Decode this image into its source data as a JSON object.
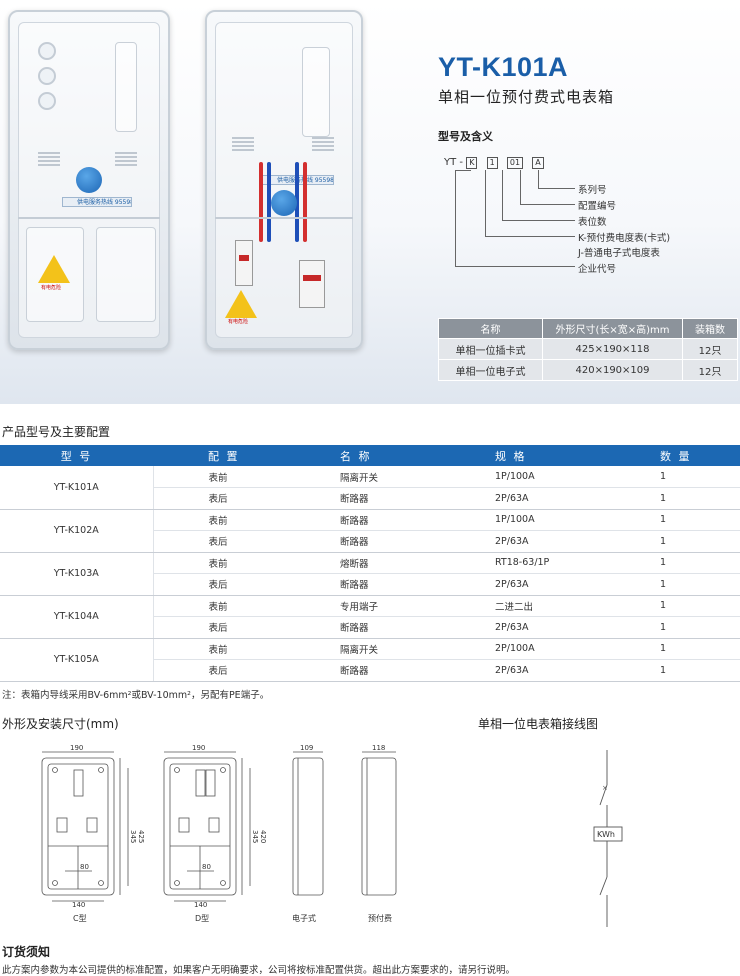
{
  "product": {
    "title": "YT-K101A",
    "subtitle": "单相一位预付费式电表箱"
  },
  "photo_labels": {
    "service_strip": "供电服务热线 95598",
    "warning_text": "有电危险"
  },
  "model_meaning": {
    "heading": "型号及含义",
    "code_prefix": "YT -",
    "code_boxes": [
      "K",
      "1",
      "01",
      "A"
    ],
    "legend": [
      "系列号",
      "配置编号",
      "表位数",
      "K-预付费电度表(卡式)",
      "J-普通电子式电度表",
      "企业代号"
    ]
  },
  "spec_table": {
    "headers": [
      "名称",
      "外形尺寸(长×宽×高)mm",
      "装箱数"
    ],
    "rows": [
      [
        "单相一位插卡式",
        "425×190×118",
        "12只"
      ],
      [
        "单相一位电子式",
        "420×190×109",
        "12只"
      ]
    ]
  },
  "config": {
    "title": "产品型号及主要配置",
    "headers": [
      "型 号",
      "配 置",
      "名 称",
      "规 格",
      "数 量"
    ],
    "groups": [
      {
        "model": "YT-K101A",
        "rows": [
          [
            "表前",
            "隔离开关",
            "1P/100A",
            "1"
          ],
          [
            "表后",
            "断路器",
            "2P/63A",
            "1"
          ]
        ]
      },
      {
        "model": "YT-K102A",
        "rows": [
          [
            "表前",
            "断路器",
            "1P/100A",
            "1"
          ],
          [
            "表后",
            "断路器",
            "2P/63A",
            "1"
          ]
        ]
      },
      {
        "model": "YT-K103A",
        "rows": [
          [
            "表前",
            "熔断器",
            "RT18-63/1P",
            "1"
          ],
          [
            "表后",
            "断路器",
            "2P/63A",
            "1"
          ]
        ]
      },
      {
        "model": "YT-K104A",
        "rows": [
          [
            "表前",
            "专用端子",
            "二进二出",
            "1"
          ],
          [
            "表后",
            "断路器",
            "2P/63A",
            "1"
          ]
        ]
      },
      {
        "model": "YT-K105A",
        "rows": [
          [
            "表前",
            "隔离开关",
            "2P/100A",
            "1"
          ],
          [
            "表后",
            "断路器",
            "2P/63A",
            "1"
          ]
        ]
      }
    ],
    "note": "注：表箱内导线采用BV-6mm²或BV-10mm²，另配有PE端子。"
  },
  "dimensions": {
    "title": "外形及安装尺寸(mm)",
    "wiring_title": "单相一位电表箱接线图",
    "c_type": {
      "width": "190",
      "height_outer": "425",
      "height_inner": "345",
      "bottom": "140",
      "mid": "80",
      "label": "C型"
    },
    "d_type": {
      "width": "190",
      "height_outer": "420",
      "height_inner": "345",
      "bottom": "140",
      "mid": "80",
      "label": "D型"
    },
    "side_electronic": {
      "depth": "109",
      "label": "电子式"
    },
    "side_prepaid": {
      "depth": "118",
      "label": "预付费"
    },
    "meter_label": "KWh"
  },
  "order": {
    "title": "订货须知",
    "text": "此方案内参数为本公司提供的标准配置，如果客户无明确要求，公司将按标准配置供货。超出此方案要求的，请另行说明。"
  }
}
